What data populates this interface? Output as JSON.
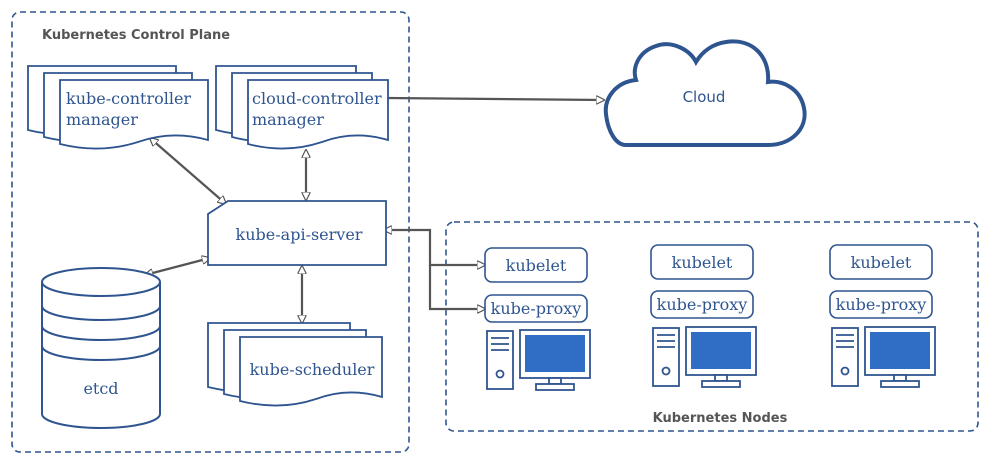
{
  "control_plane": {
    "title": "Kubernetes Control Plane",
    "kube_controller_manager": {
      "line1": "kube-controller",
      "line2": "manager"
    },
    "cloud_controller_manager": {
      "line1": "cloud-controller",
      "line2": "manager"
    },
    "kube_api_server": "kube-api-server",
    "etcd": "etcd",
    "kube_scheduler": "kube-scheduler"
  },
  "cloud": {
    "label": "Cloud"
  },
  "nodes": {
    "title": "Kubernetes Nodes",
    "items": [
      {
        "kubelet": "kubelet",
        "kube_proxy": "kube-proxy"
      },
      {
        "kubelet": "kubelet",
        "kube_proxy": "kube-proxy"
      },
      {
        "kubelet": "kubelet",
        "kube_proxy": "kube-proxy"
      }
    ]
  },
  "colors": {
    "stroke": "#2f5590",
    "monitor_screen": "#2f6ec4",
    "arrow": "#555555",
    "group_border": "#2f5590"
  }
}
